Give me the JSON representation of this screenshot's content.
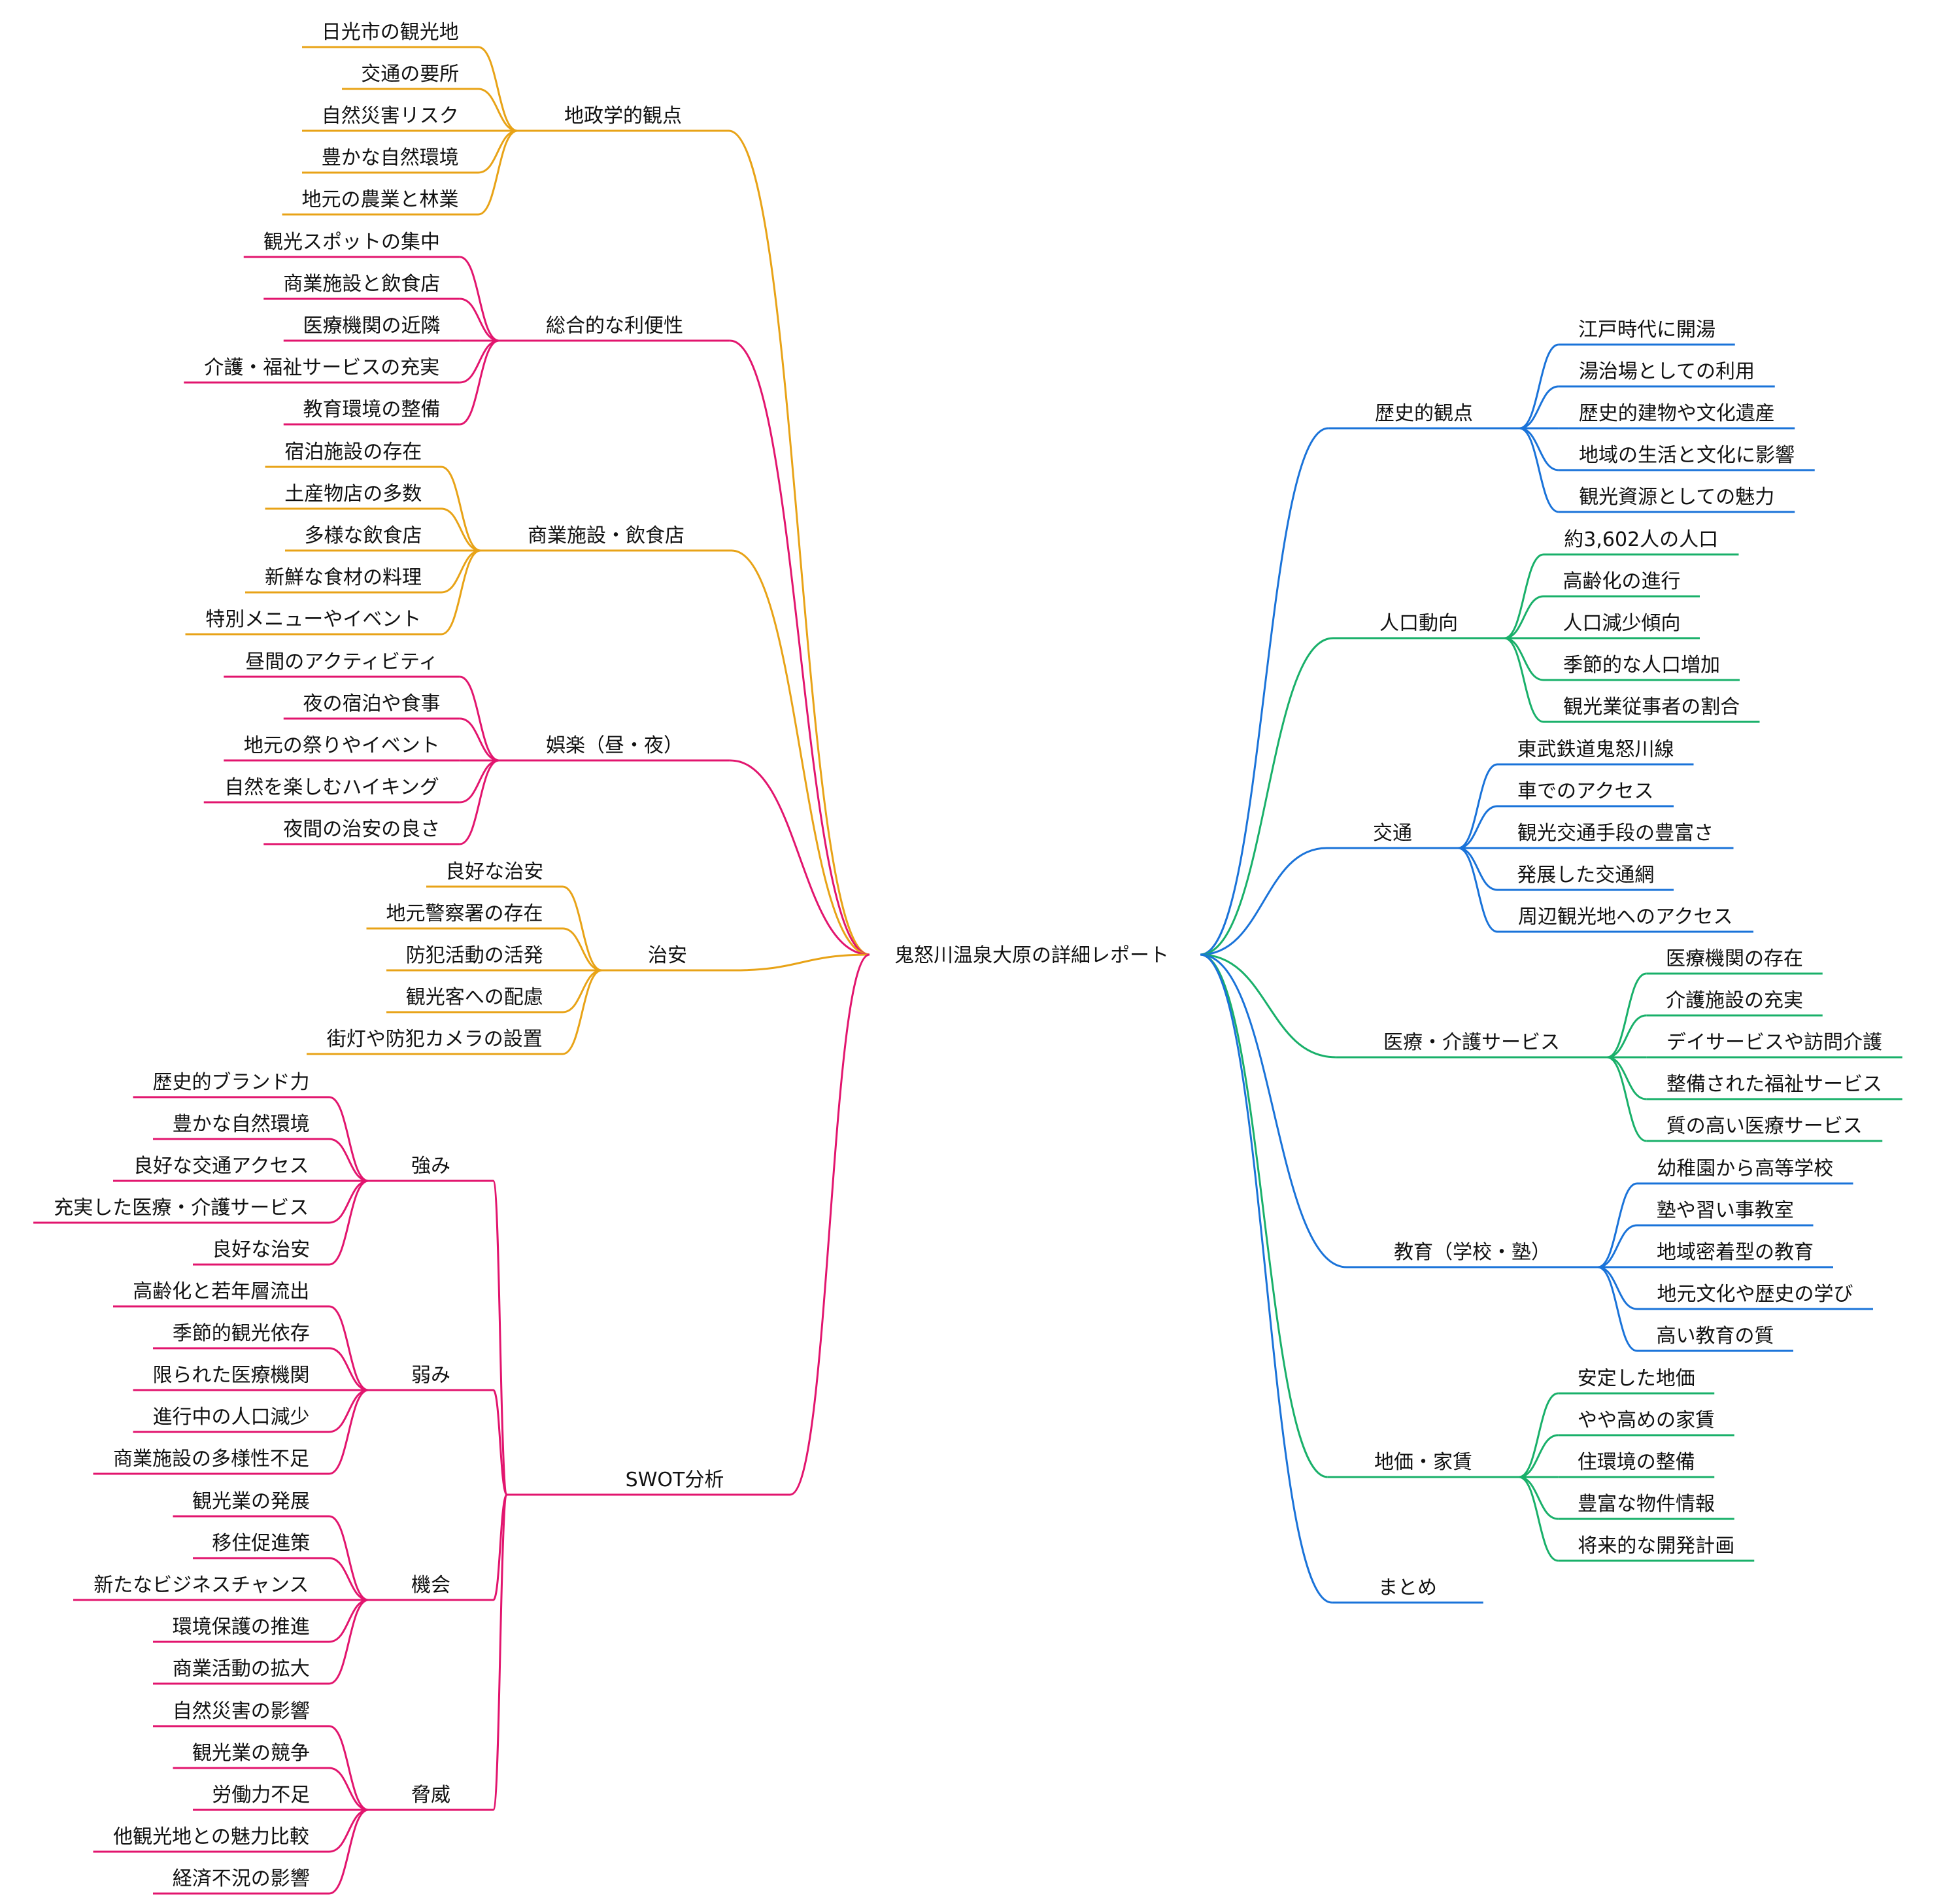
{
  "root": {
    "label": "鬼怒川温泉大原の詳細レポート"
  },
  "colors": {
    "orange": "#E8A317",
    "magenta": "#E2156E",
    "blue": "#1A73D9",
    "green": "#19B06A"
  },
  "left": [
    {
      "label": "地政学的観点",
      "color": "orange",
      "children": [
        "日光市の観光地",
        "交通の要所",
        "自然災害リスク",
        "豊かな自然環境",
        "地元の農業と林業"
      ]
    },
    {
      "label": "総合的な利便性",
      "color": "magenta",
      "children": [
        "観光スポットの集中",
        "商業施設と飲食店",
        "医療機関の近隣",
        "介護・福祉サービスの充実",
        "教育環境の整備"
      ]
    },
    {
      "label": "商業施設・飲食店",
      "color": "orange",
      "children": [
        "宿泊施設の存在",
        "土産物店の多数",
        "多様な飲食店",
        "新鮮な食材の料理",
        "特別メニューやイベント"
      ]
    },
    {
      "label": "娯楽（昼・夜）",
      "color": "magenta",
      "children": [
        "昼間のアクティビティ",
        "夜の宿泊や食事",
        "地元の祭りやイベント",
        "自然を楽しむハイキング",
        "夜間の治安の良さ"
      ]
    },
    {
      "label": "治安",
      "color": "orange",
      "children": [
        "良好な治安",
        "地元警察署の存在",
        "防犯活動の活発",
        "観光客への配慮",
        "街灯や防犯カメラの設置"
      ]
    },
    {
      "label": "SWOT分析",
      "color": "magenta",
      "groups": [
        {
          "label": "強み",
          "children": [
            "歴史的ブランド力",
            "豊かな自然環境",
            "良好な交通アクセス",
            "充実した医療・介護サービス",
            "良好な治安"
          ]
        },
        {
          "label": "弱み",
          "children": [
            "高齢化と若年層流出",
            "季節的観光依存",
            "限られた医療機関",
            "進行中の人口減少",
            "商業施設の多様性不足"
          ]
        },
        {
          "label": "機会",
          "children": [
            "観光業の発展",
            "移住促進策",
            "新たなビジネスチャンス",
            "環境保護の推進",
            "商業活動の拡大"
          ]
        },
        {
          "label": "脅威",
          "children": [
            "自然災害の影響",
            "観光業の競争",
            "労働力不足",
            "他観光地との魅力比較",
            "経済不況の影響"
          ]
        }
      ]
    }
  ],
  "right": [
    {
      "label": "歴史的観点",
      "color": "blue",
      "children": [
        "江戸時代に開湯",
        "湯治場としての利用",
        "歴史的建物や文化遺産",
        "地域の生活と文化に影響",
        "観光資源としての魅力"
      ]
    },
    {
      "label": "人口動向",
      "color": "green",
      "children": [
        "約3,602人の人口",
        "高齢化の進行",
        "人口減少傾向",
        "季節的な人口増加",
        "観光業従事者の割合"
      ]
    },
    {
      "label": "交通",
      "color": "blue",
      "children": [
        "東武鉄道鬼怒川線",
        "車でのアクセス",
        "観光交通手段の豊富さ",
        "発展した交通網",
        "周辺観光地へのアクセス"
      ]
    },
    {
      "label": "医療・介護サービス",
      "color": "green",
      "children": [
        "医療機関の存在",
        "介護施設の充実",
        "デイサービスや訪問介護",
        "整備された福祉サービス",
        "質の高い医療サービス"
      ]
    },
    {
      "label": "教育（学校・塾）",
      "color": "blue",
      "children": [
        "幼稚園から高等学校",
        "塾や習い事教室",
        "地域密着型の教育",
        "地元文化や歴史の学び",
        "高い教育の質"
      ]
    },
    {
      "label": "地価・家賃",
      "color": "green",
      "children": [
        "安定した地価",
        "やや高めの家賃",
        "住環境の整備",
        "豊富な物件情報",
        "将来的な開発計画"
      ]
    },
    {
      "label": "まとめ",
      "color": "blue",
      "children": []
    }
  ]
}
